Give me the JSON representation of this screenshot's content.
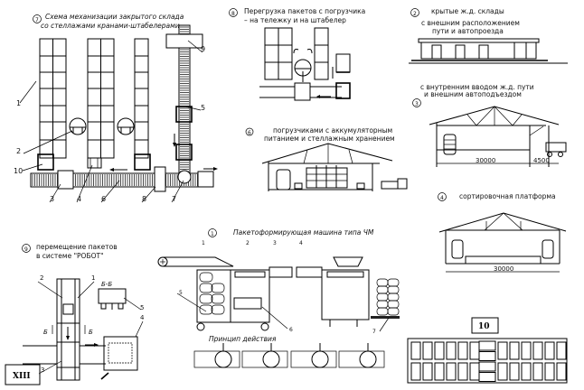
{
  "diagram": {
    "title": "Warehouse mechanization schemes",
    "sections": {
      "s7": {
        "marker": "7",
        "line1": "Схема механизации закрытого склада",
        "line2": "со стеллажами кранами-штабелерами",
        "labels": [
          "1",
          "2",
          "10",
          "3",
          "4",
          "6",
          "8",
          "7",
          "9",
          "5"
        ]
      },
      "s8": {
        "marker": "8",
        "line1": "Перегрузка пакетов с погрузчика",
        "line2": "– на тележку и на штабелер"
      },
      "s2": {
        "marker": "2",
        "line1": "крытые ж.д. склады",
        "line2": "с внешним расположением",
        "line3": "пути и автопроезда"
      },
      "s3": {
        "marker": "3",
        "line1": "с   внутренним вводом ж.д. пути",
        "line2": "и внешним автоподъездом",
        "dim1": "30000",
        "dim2": "4500"
      },
      "s6": {
        "marker": "6",
        "line1": "погрузчиками с аккумуляторным",
        "line2": "питанием и стеллажным хранением"
      },
      "s4": {
        "marker": "4",
        "line1": "сортировочная платформа",
        "dim1": "30000"
      },
      "s1": {
        "marker": "1",
        "line1": "Пакетоформирующая машина типа ЧМ",
        "principle": "Принцип действия",
        "labels": [
          "1",
          "2",
          "3",
          "4",
          "5",
          "6",
          "7"
        ]
      },
      "s9": {
        "marker": "9",
        "line1": "перемещение пакетов",
        "line2": "в системе \"РОБОТ\"",
        "section": "Б-Б",
        "labels": [
          "2",
          "1",
          "5",
          "4",
          "3"
        ],
        "cut_left": "Б",
        "cut_right": "Б"
      },
      "badge_xiii": "XIII",
      "badge_10": "10"
    }
  }
}
